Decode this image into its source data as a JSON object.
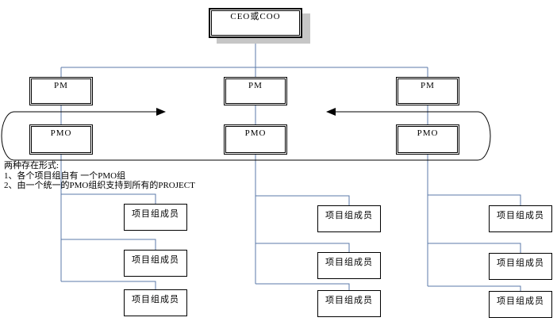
{
  "org_chart": {
    "root": {
      "label": "CEO或COO"
    },
    "pm_row": [
      {
        "label": "PM"
      },
      {
        "label": "PM"
      },
      {
        "label": "PM"
      }
    ],
    "pmo_row": [
      {
        "label": "PMO"
      },
      {
        "label": "PMO"
      },
      {
        "label": "PMO"
      }
    ],
    "member_box_label": "项目组成员",
    "annotation": {
      "title": "两种存在形式:",
      "items": [
        "1、各个项目组自有 一个PMO组",
        "2、由一个统一的PMO组织支持到所有的PROJECT"
      ]
    },
    "colors": {
      "connector_blue": "#5b7aa8",
      "box_border": "#000000",
      "ceo_shadow": "#c6c6c6",
      "background": "#ffffff"
    }
  }
}
